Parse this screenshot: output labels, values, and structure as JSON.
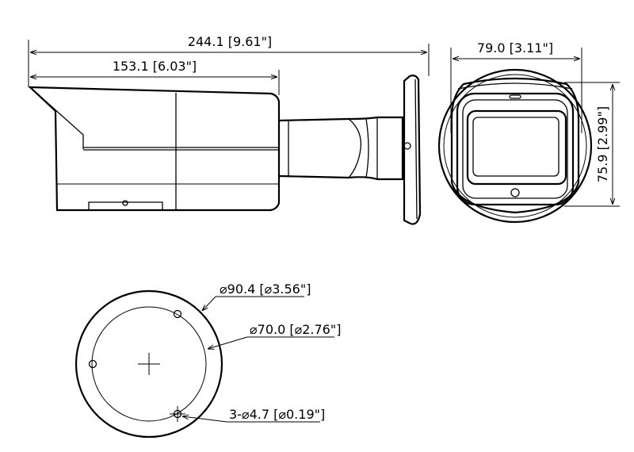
{
  "side_view": {
    "overall_length": "244.1 [9.61\"]",
    "housing_length": "153.1 [6.03\"]"
  },
  "front_view": {
    "width": "79.0 [3.11\"]",
    "height": "75.9 [2.99\"]"
  },
  "mount_base": {
    "outer_diameter": "⌀90.4 [⌀3.56\"]",
    "bolt_circle": "⌀70.0 [⌀2.76\"]",
    "holes": "3-⌀4.7 [⌀0.19\"]"
  }
}
